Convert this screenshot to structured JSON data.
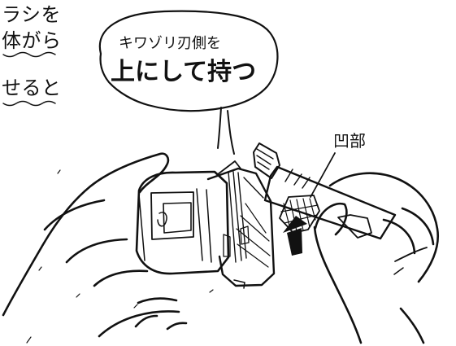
{
  "text_fragments": [
    "ラシを",
    "体がら",
    "せると"
  ],
  "callout": {
    "line1": "キワゾリ刃側を",
    "line2": "上にして持つ"
  },
  "label": {
    "text": "凹部"
  }
}
